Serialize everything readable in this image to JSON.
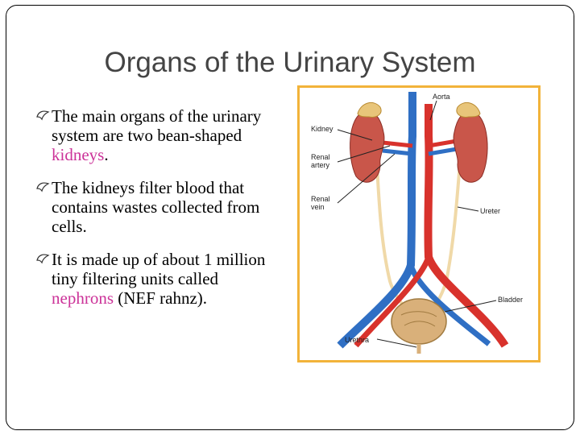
{
  "slide": {
    "title": "Organs of the Urinary System",
    "bullets": [
      {
        "pre": "The main organs of the urinary system are two bean-shaped ",
        "highlight": "kidneys",
        "post": "."
      },
      {
        "pre": "The kidneys filter blood that contains wastes collected from cells.",
        "highlight": "",
        "post": ""
      },
      {
        "pre": "It is made up of about 1 million tiny filtering units called ",
        "highlight": "nephrons",
        "post": " (NEF rahnz)."
      }
    ],
    "highlight_color": "#cc3399",
    "title_color": "#444444"
  },
  "figure": {
    "border_color": "#f2b33a",
    "labels": {
      "aorta": "Aorta",
      "kidney": "Kidney",
      "renal_artery_1": "Renal",
      "renal_artery_2": "artery",
      "renal_vein_1": "Renal",
      "renal_vein_2": "vein",
      "ureter": "Ureter",
      "bladder": "Bladder",
      "urethra": "Urethra"
    }
  }
}
